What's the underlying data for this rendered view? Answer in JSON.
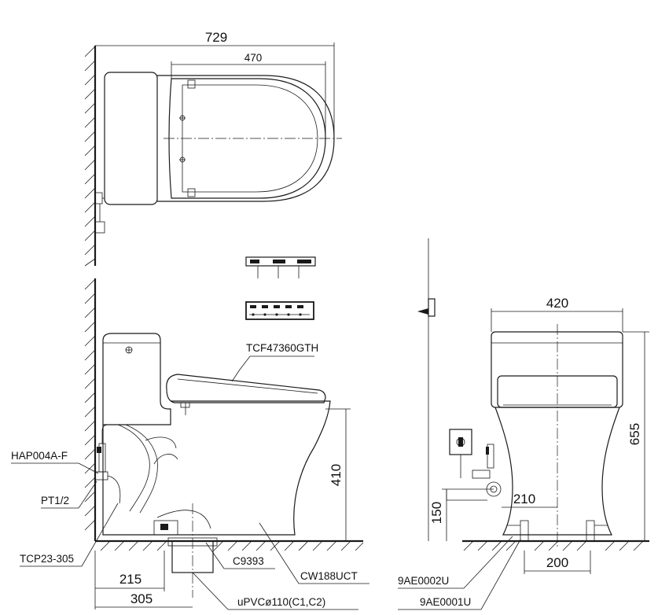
{
  "dimensions": {
    "overall_length": "729",
    "seat_length": "470",
    "seat_height": "410",
    "outlet_215": "215",
    "outlet_305": "305",
    "width": "420",
    "height": "655",
    "inlet_height": "150",
    "inlet_offset": "210",
    "bolt_spacing": "200"
  },
  "labels": {
    "seat": "TCF47360GTH",
    "valve": "HAP004A-F",
    "thread": "PT1/2",
    "hose": "TCP23-305",
    "flange": "C9393",
    "bowl": "CW188UCT",
    "pipe": "uPVCø110(C1,C2)",
    "bolt_a": "9AE0002U",
    "bolt_b": "9AE0001U"
  },
  "colors": {
    "line": "#1a1a1a",
    "background": "#ffffff"
  }
}
